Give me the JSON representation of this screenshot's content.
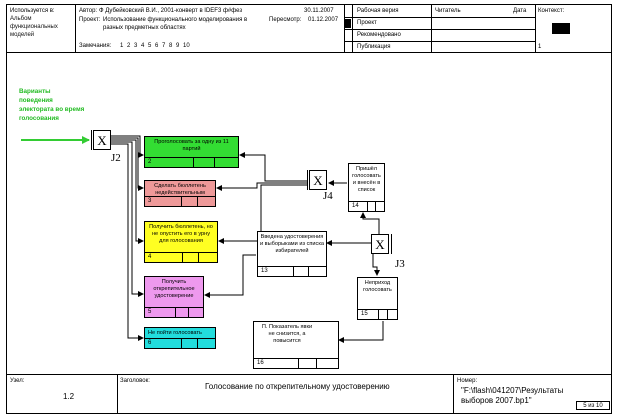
{
  "header": {
    "used_at_label": "Используется в:",
    "used_at_value": "Альбом функциональных моделей",
    "author_label": "Автор:",
    "author_value": "Ф Дубейковский В.И., 2001-конверт в IDEF3 ф#фез",
    "date_value": "30.11.2007",
    "project_label": "Проект:",
    "project_value": "Использование функционального моделирования в разных предметных областях",
    "revision_label": "Пересмотр:",
    "revision_value": "01.12.2007",
    "notes_label": "Замечания:",
    "notes_numbers": "1 2 3 4 5 6 7 8 9 10",
    "status_items": [
      "Рабочая верия",
      "Проект",
      "Рекомендовано",
      "Публикация"
    ],
    "reader_label": "Читатель",
    "date_label": "Дата",
    "context_label": "Контекст:",
    "context_number": "1"
  },
  "diagram": {
    "input_label": "Варианты поведения электората во время голосования",
    "junctions": [
      {
        "symbol": "X",
        "label": "J2"
      },
      {
        "symbol": "X",
        "label": "J4"
      },
      {
        "symbol": "X",
        "label": "J3"
      }
    ],
    "boxes": [
      {
        "id": "b2",
        "text": "Проголосовать за одну из 11 партий",
        "number": "2",
        "color": "#33dd33"
      },
      {
        "id": "b3",
        "text": "Сделать бюллетень недействительным",
        "number": "3",
        "color": "#ee9999"
      },
      {
        "id": "b4",
        "text": "Получить бюллетень, но не опустить его в урну для голосования",
        "number": "4",
        "color": "#ffff22"
      },
      {
        "id": "b5",
        "text": "Получить открепительное удостоверение",
        "number": "5",
        "color": "#ee99ee"
      },
      {
        "id": "b6",
        "text": "Не пойти голосовать",
        "number": "6",
        "color": "#22dddd"
      },
      {
        "id": "b13",
        "text": "Введена удостоверения и выборыками из списка избирателей",
        "number": "13",
        "color": "#ffffff"
      },
      {
        "id": "b14",
        "text": "Пришёл голосовать и внесён в список",
        "number": "14",
        "color": "#ffffff"
      },
      {
        "id": "b15",
        "text": "Неприход голосовать",
        "number": "15",
        "color": "#ffffff"
      },
      {
        "id": "b16",
        "text": "П. Показатель явки не снизится, а повысится",
        "number": "16",
        "color": "#ffffff"
      }
    ]
  },
  "footer": {
    "node_label": "Узел:",
    "node_value": "1.2",
    "title_label": "Заголовок:",
    "title_value": "Голосование по открепительному удостоверению",
    "number_label": "Номер:",
    "number_value": "\"F:\\flash\\041207\\Результаты выборов 2007.bp1\"",
    "page_value": "5 из 10"
  }
}
